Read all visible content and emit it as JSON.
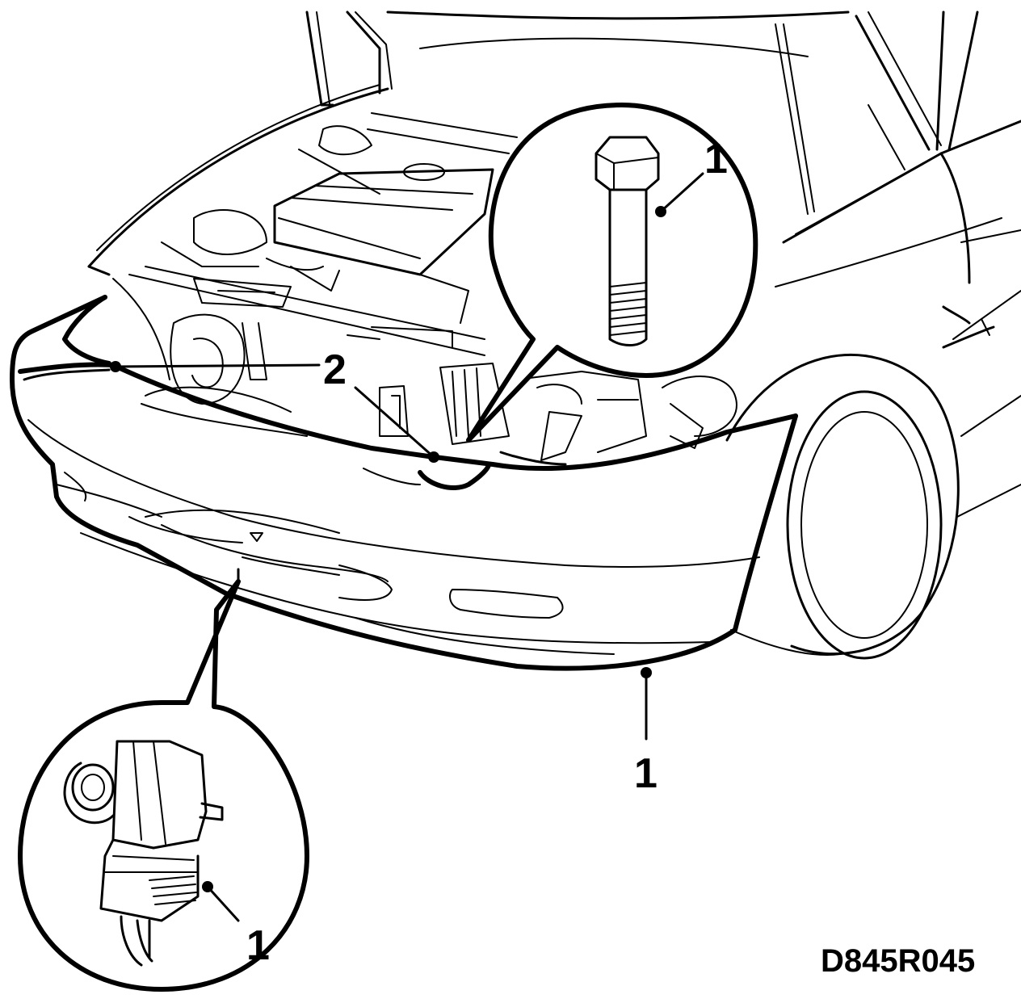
{
  "figure": {
    "id_code": "D845R045"
  },
  "callouts": {
    "bolt_detail": "1",
    "bumper": "1",
    "connector_detail": "1",
    "fasteners": "2"
  }
}
